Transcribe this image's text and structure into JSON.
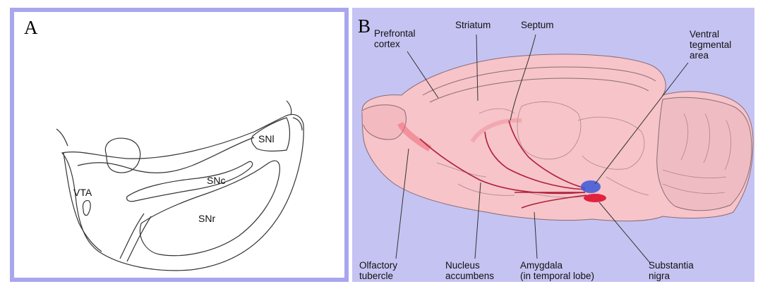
{
  "panel_a": {
    "letter": "A",
    "labels": {
      "vta": "VTA",
      "snl": "SNl",
      "snc": "SNc",
      "snr": "SNr"
    }
  },
  "panel_b": {
    "letter": "B",
    "labels": {
      "prefrontal": [
        "Prefrontal",
        "cortex"
      ],
      "striatum": "Striatum",
      "septum": "Septum",
      "vta": [
        "Ventral",
        "tegmental",
        "area"
      ],
      "olfactory": [
        "Olfactory",
        "tubercle"
      ],
      "nucleus": [
        "Nucleus",
        "accumbens"
      ],
      "amygdala": [
        "Amygdala",
        "(in temporal lobe)"
      ],
      "substantia": [
        "Substantia",
        "nigra"
      ]
    }
  },
  "colors": {
    "frame": "#a9a6ef",
    "panel_b_bg": "#c5c3f2",
    "brain": "#f6c4c9",
    "pathway": "#b0203a",
    "vta_region": "#3a58d8"
  }
}
